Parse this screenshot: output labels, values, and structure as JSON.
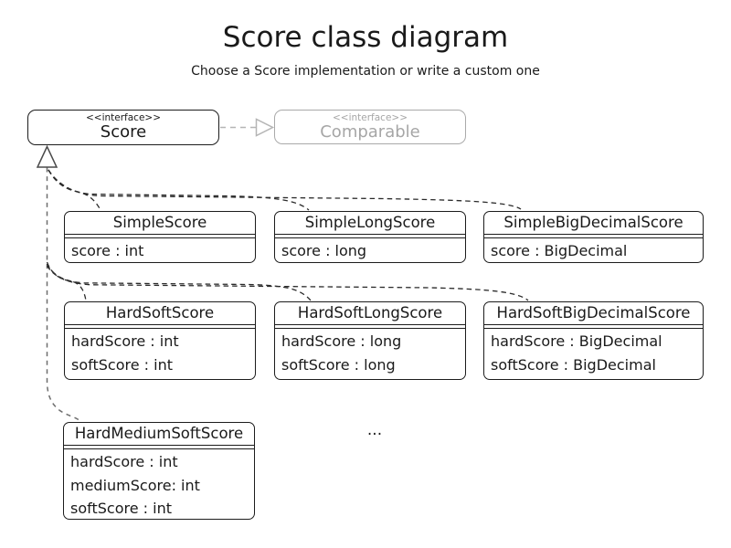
{
  "diagram": {
    "title": "Score class diagram",
    "subtitle": "Choose a Score implementation or write a custom one",
    "ellipsis": "...",
    "interfaces": {
      "score": {
        "stereotype": "<<interface>>",
        "name": "Score"
      },
      "comparable": {
        "stereotype": "<<interface>>",
        "name": "Comparable"
      }
    },
    "classes": [
      {
        "name": "SimpleScore",
        "attributes": [
          "score : int"
        ]
      },
      {
        "name": "SimpleLongScore",
        "attributes": [
          "score : long"
        ]
      },
      {
        "name": "SimpleBigDecimalScore",
        "attributes": [
          "score : BigDecimal"
        ]
      },
      {
        "name": "HardSoftScore",
        "attributes": [
          "hardScore : int",
          "softScore : int"
        ]
      },
      {
        "name": "HardSoftLongScore",
        "attributes": [
          "hardScore : long",
          "softScore : long"
        ]
      },
      {
        "name": "HardSoftBigDecimalScore",
        "attributes": [
          "hardScore : BigDecimal",
          "softScore : BigDecimal"
        ]
      },
      {
        "name": "HardMediumSoftScore",
        "attributes": [
          "hardScore : int",
          "mediumScore: int",
          "softScore : int"
        ]
      }
    ],
    "relations": {
      "score_extends_comparable": "Score ..|> Comparable",
      "implementations_realize_score": "dashed generalization to Score"
    },
    "colors": {
      "background": "#ffffff",
      "box_stroke": "#1c1c1c",
      "muted_stroke": "#aaaaaa",
      "connector_dark": "#2a2a2a",
      "connector_gray": "#6e6e6e",
      "arrow_gray": "#b5b5b5"
    }
  }
}
